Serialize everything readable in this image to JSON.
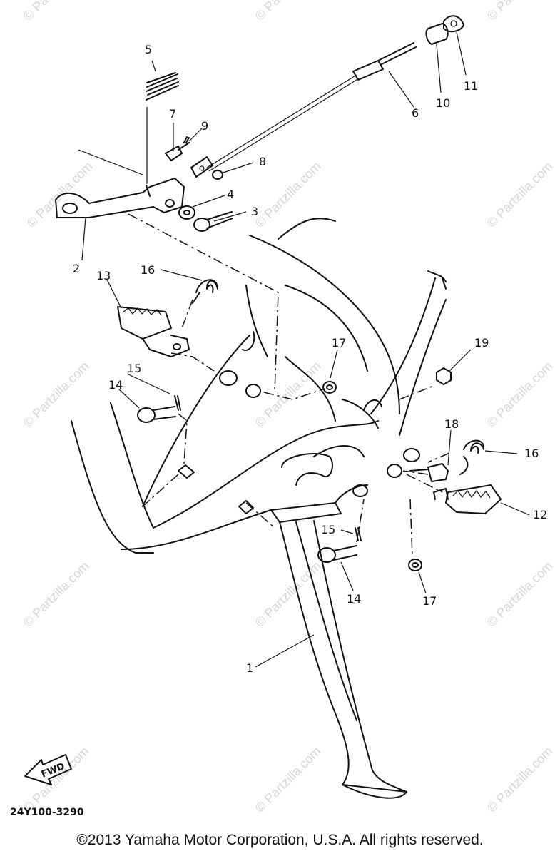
{
  "watermark": "© Partzilla.com",
  "callouts": [
    {
      "id": "c1",
      "text": "1"
    },
    {
      "id": "c2",
      "text": "2"
    },
    {
      "id": "c3",
      "text": "3"
    },
    {
      "id": "c4",
      "text": "4"
    },
    {
      "id": "c5",
      "text": "5"
    },
    {
      "id": "c6",
      "text": "6"
    },
    {
      "id": "c7",
      "text": "7"
    },
    {
      "id": "c8",
      "text": "8"
    },
    {
      "id": "c9",
      "text": "9"
    },
    {
      "id": "c10",
      "text": "10"
    },
    {
      "id": "c11",
      "text": "11"
    },
    {
      "id": "c12",
      "text": "12"
    },
    {
      "id": "c13",
      "text": "13"
    },
    {
      "id": "c14a",
      "text": "14"
    },
    {
      "id": "c14b",
      "text": "14"
    },
    {
      "id": "c15a",
      "text": "15"
    },
    {
      "id": "c15b",
      "text": "15"
    },
    {
      "id": "c16a",
      "text": "16"
    },
    {
      "id": "c16b",
      "text": "16"
    },
    {
      "id": "c17a",
      "text": "17"
    },
    {
      "id": "c17b",
      "text": "17"
    },
    {
      "id": "c18",
      "text": "18"
    },
    {
      "id": "c19",
      "text": "19"
    }
  ],
  "fwd_label": "FWD",
  "diagram_code": "24Y100-3290",
  "copyright": "©2013 Yamaha Motor Corporation, U.S.A. All rights reserved."
}
